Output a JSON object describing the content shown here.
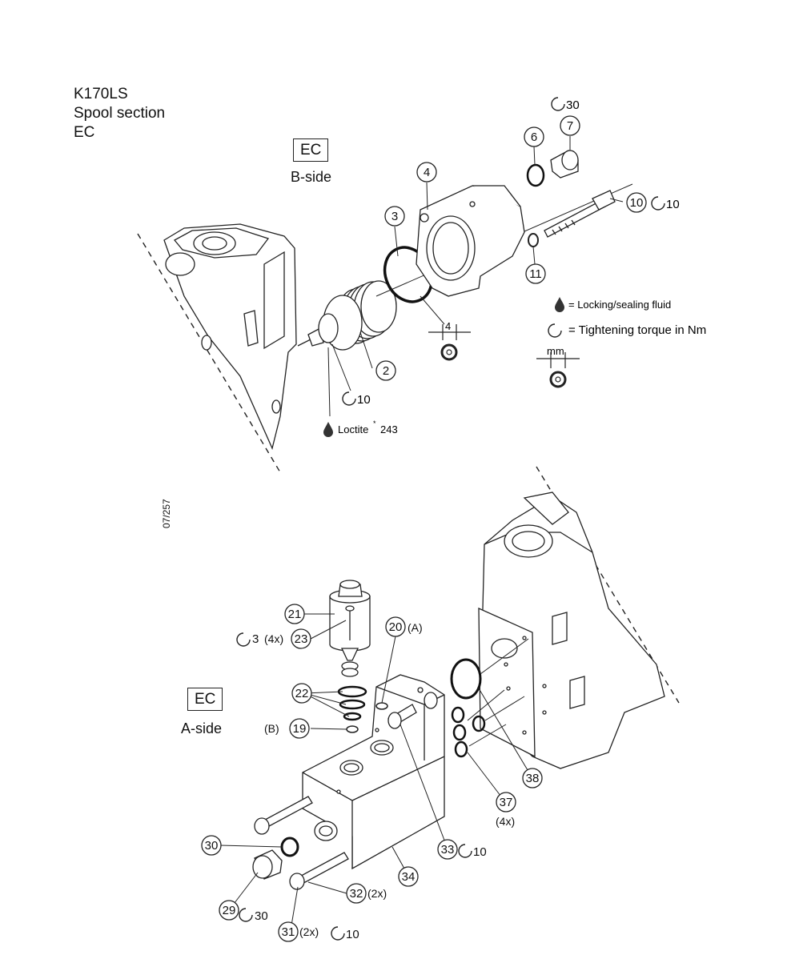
{
  "title": {
    "line1": "K170LS",
    "line2": "Spool section",
    "line3": "EC"
  },
  "doc_code": "07/257",
  "upper": {
    "box": "EC",
    "side": "B-side"
  },
  "lower": {
    "box": "EC",
    "side": "A-side"
  },
  "legend": {
    "fluid": "= Locking/sealing fluid",
    "torque": "= Tightening torque in Nm",
    "mm": "mm"
  },
  "labels": {
    "p2": "2",
    "p3": "3",
    "p4": "4",
    "p6": "6",
    "p7": "7",
    "p10": "10",
    "p11": "11",
    "p19": "19",
    "p20": "20",
    "p21": "21",
    "p22": "22",
    "p23": "23",
    "p29": "29",
    "p30": "30",
    "p31": "31",
    "p32": "32",
    "p33": "33",
    "p34": "34",
    "p37": "37",
    "p38": "38"
  },
  "annotations": {
    "t30_top": "30",
    "t10_screw": "10",
    "t10_spool": "10",
    "dim4": "4",
    "loctite": "Loctite",
    "loctite_sup": "*",
    "loctite_num": "243",
    "a20": "(A)",
    "b19": "(B)",
    "t3": "3",
    "x4": "(4x)",
    "t10_33": "10",
    "t30_29": "30",
    "x2_32": "(2x)",
    "x2_31": "(2x)",
    "t10_31": "10",
    "x4_37": "(4x)"
  },
  "colors": {
    "ink": "#222222",
    "gray": "#888888",
    "fill": "#f4f4f4"
  }
}
